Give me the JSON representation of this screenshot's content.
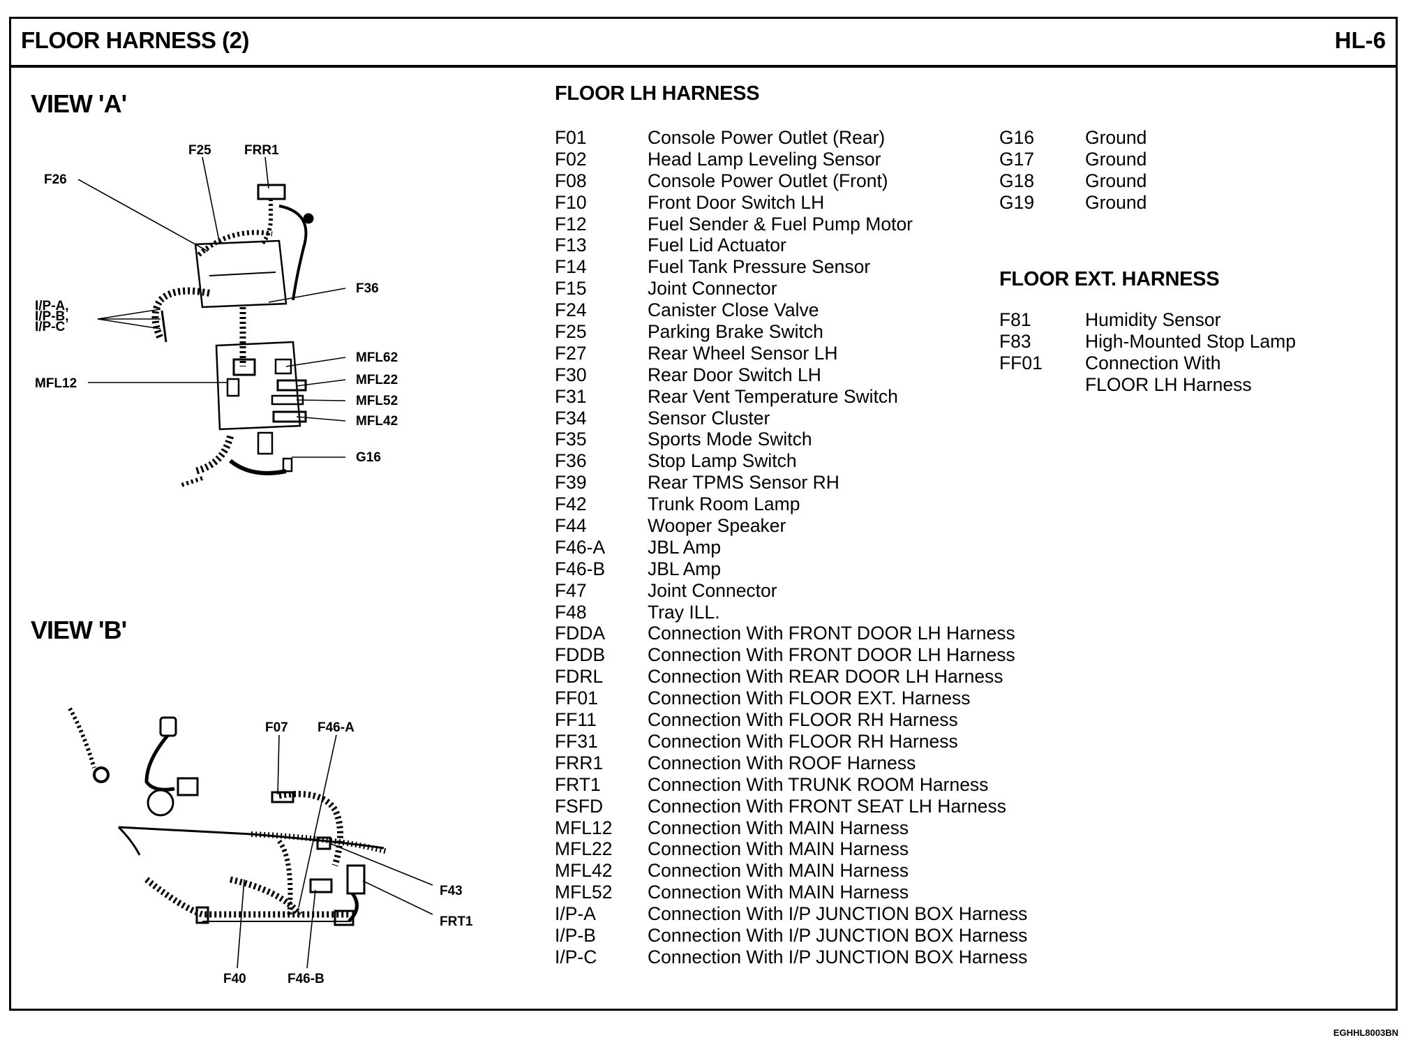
{
  "header": {
    "title": "FLOOR HARNESS (2)",
    "page_id": "HL-6"
  },
  "view_a": {
    "title": "VIEW 'A'",
    "callouts": [
      "F25",
      "FRR1",
      "F26",
      "F36",
      "I/P-A,",
      "I/P-B,",
      "I/P-C",
      "MFL62",
      "MFL12",
      "MFL22",
      "MFL52",
      "MFL42",
      "G16"
    ]
  },
  "view_b": {
    "title": "VIEW 'B'",
    "callouts": [
      "F07",
      "F46-A",
      "F43",
      "FRT1",
      "F40",
      "F46-B"
    ]
  },
  "floor_lh": {
    "title": "FLOOR LH HARNESS",
    "connectors": [
      {
        "code": "F01",
        "desc": "Console Power Outlet (Rear)"
      },
      {
        "code": "F02",
        "desc": "Head Lamp Leveling Sensor"
      },
      {
        "code": "F08",
        "desc": "Console Power Outlet (Front)"
      },
      {
        "code": "F10",
        "desc": "Front Door Switch LH"
      },
      {
        "code": "F12",
        "desc": "Fuel Sender & Fuel Pump Motor"
      },
      {
        "code": "F13",
        "desc": "Fuel Lid Actuator"
      },
      {
        "code": "F14",
        "desc": "Fuel Tank Pressure Sensor"
      },
      {
        "code": "F15",
        "desc": "Joint Connector"
      },
      {
        "code": "F24",
        "desc": "Canister Close Valve"
      },
      {
        "code": "F25",
        "desc": "Parking Brake Switch"
      },
      {
        "code": "F27",
        "desc": "Rear Wheel Sensor LH"
      },
      {
        "code": "F30",
        "desc": "Rear Door Switch LH"
      },
      {
        "code": "F31",
        "desc": "Rear Vent Temperature Switch"
      },
      {
        "code": "F34",
        "desc": "Sensor Cluster"
      },
      {
        "code": "F35",
        "desc": "Sports Mode Switch"
      },
      {
        "code": "F36",
        "desc": "Stop Lamp Switch"
      },
      {
        "code": "F39",
        "desc": "Rear TPMS Sensor RH"
      },
      {
        "code": "F42",
        "desc": "Trunk Room Lamp"
      },
      {
        "code": "F44",
        "desc": "Wooper Speaker"
      },
      {
        "code": "F46-A",
        "desc": "JBL Amp"
      },
      {
        "code": "F46-B",
        "desc": "JBL Amp"
      },
      {
        "code": "F47",
        "desc": "Joint Connector"
      },
      {
        "code": "F48",
        "desc": "Tray ILL."
      },
      {
        "code": "FDDA",
        "desc": "Connection With FRONT DOOR LH Harness"
      },
      {
        "code": "FDDB",
        "desc": "Connection With FRONT DOOR LH Harness"
      },
      {
        "code": "FDRL",
        "desc": "Connection With REAR DOOR LH Harness"
      },
      {
        "code": "FF01",
        "desc": "Connection With FLOOR EXT. Harness"
      },
      {
        "code": "FF11",
        "desc": "Connection With FLOOR RH Harness"
      },
      {
        "code": "FF31",
        "desc": "Connection With FLOOR RH Harness"
      },
      {
        "code": "FRR1",
        "desc": "Connection With ROOF Harness"
      },
      {
        "code": "FRT1",
        "desc": "Connection With TRUNK ROOM Harness"
      },
      {
        "code": "FSFD",
        "desc": "Connection With FRONT SEAT LH Harness"
      },
      {
        "code": "MFL12",
        "desc": "Connection With MAIN Harness"
      },
      {
        "code": "MFL22",
        "desc": "Connection With MAIN Harness"
      },
      {
        "code": "MFL42",
        "desc": "Connection With MAIN Harness"
      },
      {
        "code": "MFL52",
        "desc": "Connection With MAIN Harness"
      },
      {
        "code": "I/P-A",
        "desc": "Connection With I/P JUNCTION BOX Harness"
      },
      {
        "code": "I/P-B",
        "desc": "Connection With I/P JUNCTION BOX Harness"
      },
      {
        "code": "I/P-C",
        "desc": "Connection With I/P JUNCTION BOX Harness"
      }
    ],
    "grounds": [
      {
        "code": "G16",
        "desc": "Ground"
      },
      {
        "code": "G17",
        "desc": "Ground"
      },
      {
        "code": "G18",
        "desc": "Ground"
      },
      {
        "code": "G19",
        "desc": "Ground"
      }
    ]
  },
  "floor_ext": {
    "title": "FLOOR EXT. HARNESS",
    "connectors": [
      {
        "code": "F81",
        "desc": "Humidity Sensor"
      },
      {
        "code": "F83",
        "desc": "High-Mounted Stop Lamp"
      },
      {
        "code": "FF01",
        "desc": "Connection With"
      },
      {
        "code": "",
        "desc": "FLOOR LH Harness"
      }
    ]
  },
  "footer": {
    "code": "EGHHL8003BN"
  }
}
